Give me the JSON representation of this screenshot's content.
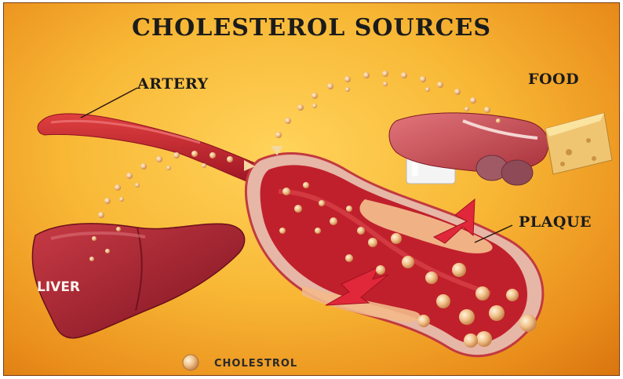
{
  "diagram": {
    "title": "CHOLESTEROL SOURCES",
    "labels": {
      "artery": "ARTERY",
      "food": "FOOD",
      "plaque": "PLAQUE",
      "liver": "LIVER"
    },
    "legend": {
      "marker": "cholesterol-particle",
      "label": "CHOLESTROL"
    },
    "colors": {
      "background": "#f8b836",
      "artery": "#c21f2e",
      "plaque": "#f2b98a",
      "particle": "#f3c88c",
      "liver": "#9e1f2e"
    }
  }
}
